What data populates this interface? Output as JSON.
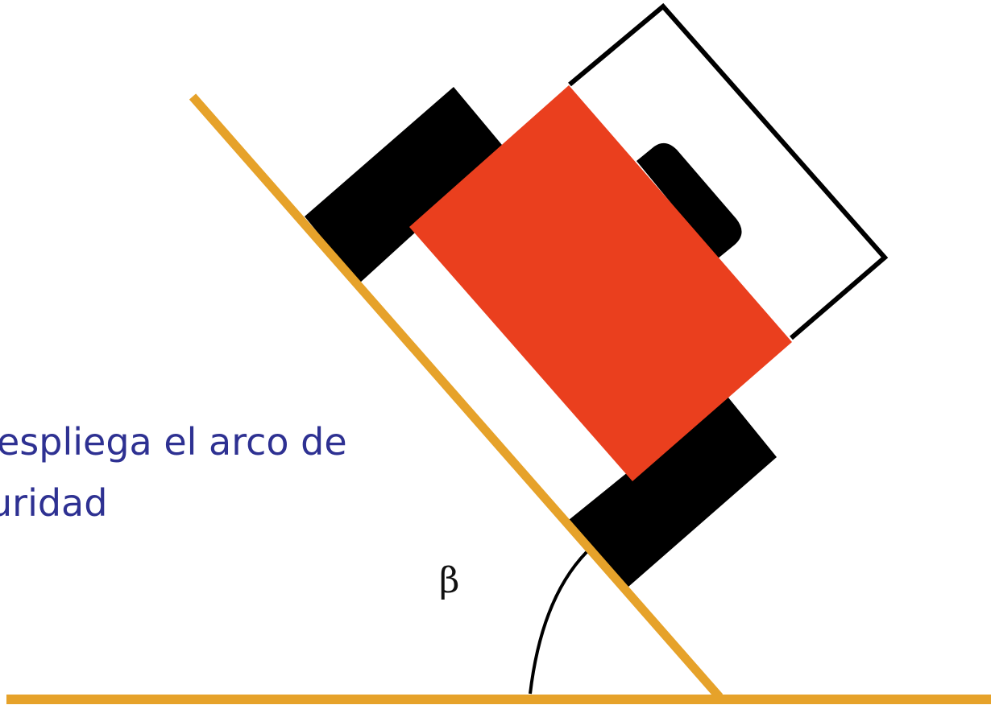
{
  "caption": {
    "line1": "espliega el arco de",
    "line2": "uridad"
  },
  "angle_label": "β",
  "colors": {
    "ground": "#E6A22A",
    "vehicle_body": "#EA3F1E",
    "wheels": "#000000",
    "safety_arc_frame": "#000000",
    "caption_text": "#2E3192",
    "background": "#FFFFFF"
  },
  "icons": {
    "vehicle": "tipping-vehicle-icon",
    "angle": "angle-arc-icon"
  }
}
